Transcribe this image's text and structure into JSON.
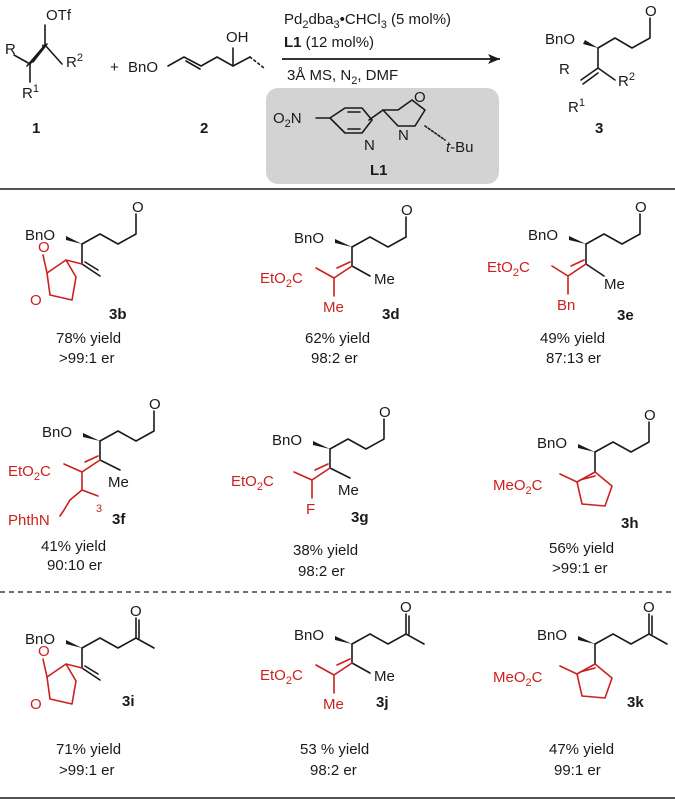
{
  "scheme": {
    "reactant1": {
      "otf": "OTf",
      "r": "R",
      "r2": "R",
      "r2_sup": "2",
      "r1": "R",
      "r1_sup": "1",
      "number": "1"
    },
    "plus": "+",
    "reactant2": {
      "bno": "BnO",
      "oh": "OH",
      "number": "2"
    },
    "conditions": {
      "line1_a": "Pd",
      "line1_a_sub": "2",
      "line1_b": "dba",
      "line1_b_sub": "3",
      "line1_c": "•CHCl",
      "line1_c_sub": "3",
      "line1_d": " (5 mol%)",
      "line2_bold": "L1",
      "line2_rest": " (12 mol%)",
      "line3_a": "3Å MS, N",
      "line3_a_sub": "2",
      "line3_b": ", DMF"
    },
    "ligand": {
      "o2n_a": "O",
      "o2n_sub": "2",
      "o2n_b": "N",
      "n_py": "N",
      "n_ox": "N",
      "o_ox": "O",
      "tbu": "t",
      "tbu_rest": "-Bu",
      "name": "L1"
    },
    "product": {
      "bno": "BnO",
      "o": "O",
      "r": "R",
      "r2": "R",
      "r2_sup": "2",
      "r1": "R",
      "r1_sup": "1",
      "number": "3"
    }
  },
  "entries": [
    {
      "id": "3b",
      "yield": "78% yield",
      "er": ">99:1 er"
    },
    {
      "id": "3d",
      "yield": "62% yield",
      "er": "98:2 er"
    },
    {
      "id": "3e",
      "yield": "49% yield",
      "er": "87:13 er"
    },
    {
      "id": "3f",
      "yield": "41% yield",
      "er": "90:10 er"
    },
    {
      "id": "3g",
      "yield": "38% yield",
      "er": "98:2 er"
    },
    {
      "id": "3h",
      "yield": "56% yield",
      "er": ">99:1 er"
    },
    {
      "id": "3i",
      "yield": "71% yield",
      "er": ">99:1 er"
    },
    {
      "id": "3j",
      "yield": "53 % yield",
      "er": "98:2 er"
    },
    {
      "id": "3k",
      "yield": "47% yield",
      "er": "99:1 er"
    }
  ],
  "labels": {
    "bno": "BnO",
    "o": "O",
    "me": "Me",
    "bn": "Bn",
    "f": "F",
    "eto2c_a": "EtO",
    "eto2c_sub": "2",
    "eto2c_b": "C",
    "meo2c_a": "MeO",
    "meo2c_sub": "2",
    "meo2c_b": "C",
    "phthn": "PhthN",
    "chain_sub": "3"
  },
  "colors": {
    "accent_red": "#cc1f1f",
    "ligand_box": "#d3d3d3",
    "ink": "#1a1a1a"
  }
}
